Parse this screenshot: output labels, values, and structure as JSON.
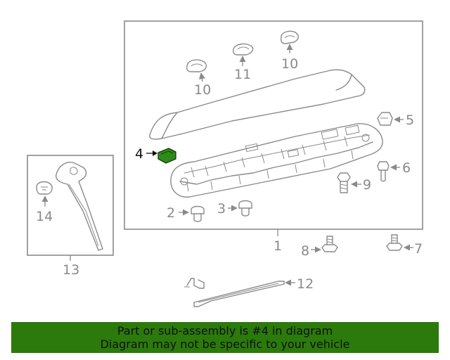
{
  "callouts": {
    "c1": "1",
    "c2": "2",
    "c3": "3",
    "c4": "4",
    "c5": "5",
    "c6": "6",
    "c7": "7",
    "c8": "8",
    "c9": "9",
    "c10a": "10",
    "c10b": "10",
    "c11": "11",
    "c12": "12",
    "c13": "13",
    "c14": "14"
  },
  "highlighted_part": "4",
  "colors": {
    "banner": "#2b7a0b",
    "highlight_part": "#2e8b1a",
    "line_art": "#8a8a8a"
  },
  "banner": {
    "line1": "Part or sub-assembly is #4 in diagram",
    "line2": "Diagram may not be specific to your vehicle"
  }
}
